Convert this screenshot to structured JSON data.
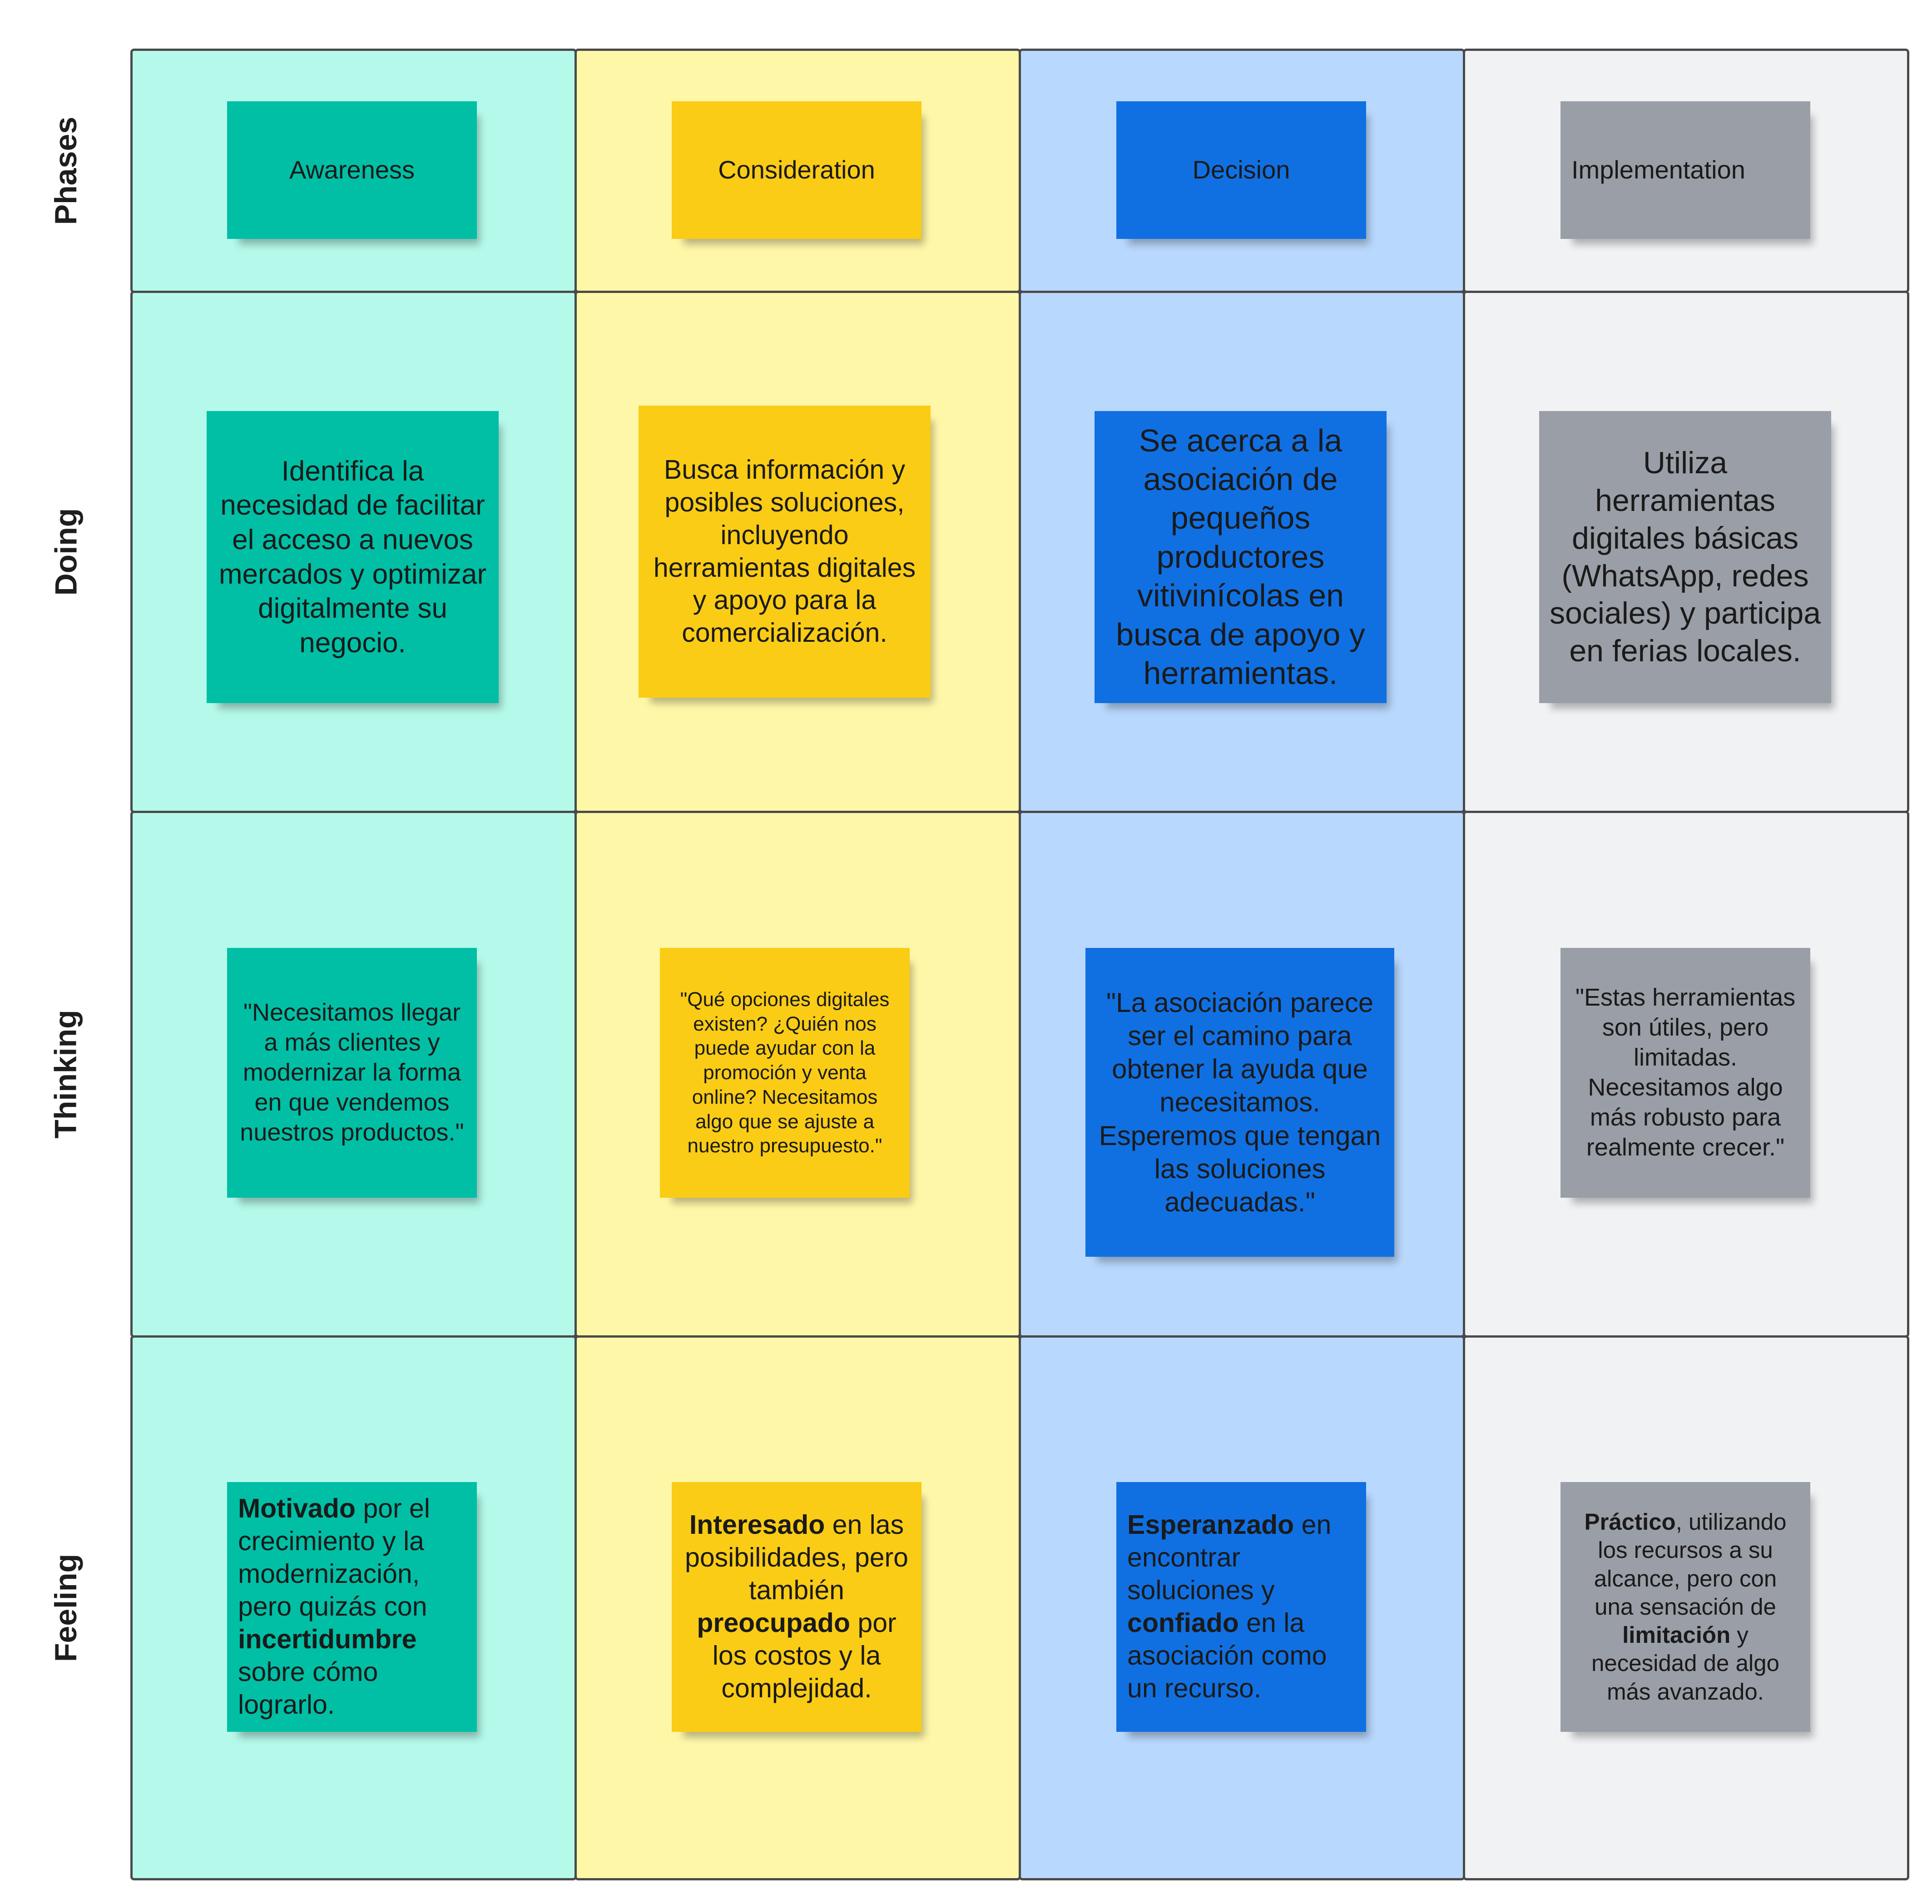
{
  "colors": {
    "awareness_bg": "#b5f9ea",
    "consideration_bg": "#fff7a8",
    "decision_bg": "#b9d8fd",
    "implementation_bg": "#f1f2f4",
    "awareness_note": "#00bfa5",
    "consideration_note": "#facc15",
    "decision_note": "#1070e2",
    "implementation_note": "#9a9ea6",
    "border": "#4a4a4a"
  },
  "rows": {
    "phases": "Phases",
    "doing": "Doing",
    "thinking": "Thinking",
    "feeling": "Feeling"
  },
  "phases": [
    "Awareness",
    "Consideration",
    "Decision",
    "Implementation"
  ],
  "doing": [
    "Identifica la necesidad de facilitar el acceso a nuevos mercados y optimizar digitalmente su negocio.",
    "Busca información y posibles soluciones, incluyendo herramientas digitales y apoyo para la comercialización.",
    "Se acerca a la asociación de pequeños productores vitivinícolas en busca de apoyo y herramientas.",
    "Utiliza herramientas digitales básicas (WhatsApp, redes sociales) y participa en ferias locales."
  ],
  "thinking": [
    "\"Necesitamos llegar a más clientes y modernizar la forma en que vendemos nuestros productos.\"",
    "\"Qué opciones digitales existen? ¿Quién nos puede ayudar con la promoción y venta online? Necesitamos algo que se ajuste a nuestro presupuesto.\"",
    "\"La asociación parece ser el camino para obtener la ayuda que necesitamos. Esperemos que tengan las soluciones adecuadas.\"",
    "\"Estas herramientas son útiles, pero limitadas. Necesitamos algo más robusto para realmente crecer.\""
  ],
  "feeling": {
    "awareness": {
      "b1": "Motivado",
      "r1": " por el crecimiento y la modernización, pero quizás con ",
      "b2": "incertidumbre",
      "r2": " sobre cómo lograrlo."
    },
    "consideration": {
      "b1": "Interesado",
      "r1": " en las posibilidades, pero también ",
      "b2": "preocupado",
      "r2": " por los costos y la complejidad."
    },
    "decision": {
      "b1": "Esperanzado",
      "r1": " en encontrar soluciones y ",
      "b2": "confiado",
      "r2": " en la asociación como un recurso."
    },
    "implementation": {
      "b1": "Práctico",
      "r1": ", utilizando los recursos a su alcance, pero con una sensación de ",
      "b2": "limitación",
      "r2": " y necesidad de algo más avanzado."
    }
  }
}
